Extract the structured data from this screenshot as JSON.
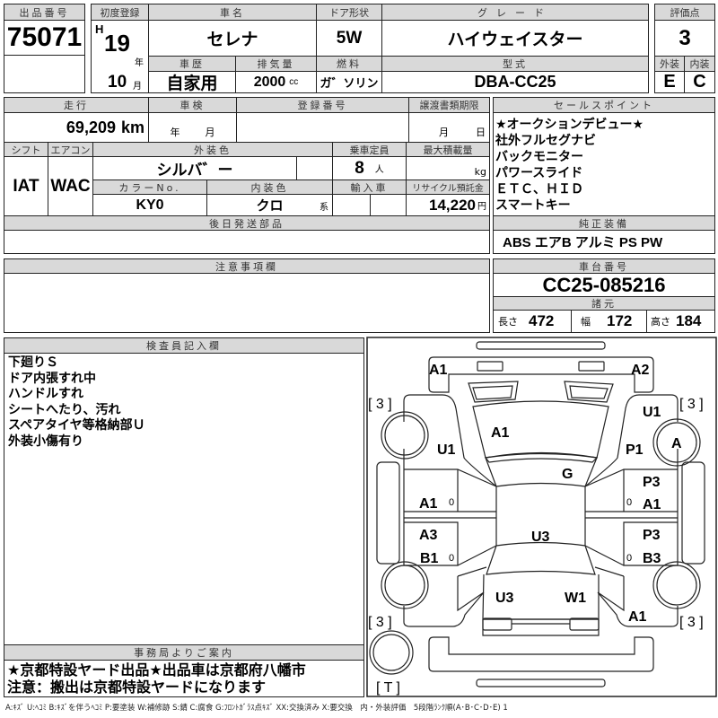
{
  "lot": {
    "label": "出品番号",
    "value": "75071"
  },
  "first_reg": {
    "label": "初度登録",
    "era": "H",
    "year": "19",
    "year_unit": "年",
    "month": "10",
    "month_unit": "月"
  },
  "car_name": {
    "label": "車名",
    "value": "セレナ"
  },
  "door": {
    "label": "ドア形状",
    "value": "5W"
  },
  "grade": {
    "label": "グレード",
    "value": "ハイウェイスター"
  },
  "history": {
    "label": "車歴",
    "value": "自家用"
  },
  "displacement": {
    "label": "排気量",
    "value": "2000",
    "unit": "cc"
  },
  "fuel": {
    "label": "燃料",
    "value": "ガ゛ソリン"
  },
  "model": {
    "label": "型式",
    "value": "DBA-CC25"
  },
  "score": {
    "label": "評価点",
    "value": "3",
    "ext_label": "外装",
    "int_label": "内装",
    "ext": "E",
    "int": "C"
  },
  "mileage": {
    "label": "走行",
    "value": "69,209",
    "unit": "km"
  },
  "inspection": {
    "label": "車検",
    "year_unit": "年",
    "month_unit": "月"
  },
  "reg_no": {
    "label": "登録番号"
  },
  "transfer": {
    "label": "譲渡書類期限",
    "month_unit": "月",
    "day_unit": "日"
  },
  "shift": {
    "label": "シフト",
    "value": "IAT"
  },
  "ac": {
    "label": "エアコン",
    "value": "WAC"
  },
  "ext_color": {
    "label": "外装色",
    "value": "シルバ゛ー"
  },
  "capacity": {
    "label": "乗車定員",
    "value": "8",
    "unit": "人"
  },
  "max_load": {
    "label": "最大積載量",
    "unit": "kg"
  },
  "color_no": {
    "label": "カラーNo.",
    "value": "KY0"
  },
  "int_color": {
    "label": "内装色",
    "value": "クロ",
    "unit": "系"
  },
  "import": {
    "label": "輸入車"
  },
  "recycle": {
    "label": "リサイクル預託金",
    "value": "14,220",
    "unit": "円"
  },
  "later_parts": {
    "label": "後日発送部品"
  },
  "sales_points": {
    "label": "セールスポイント",
    "items": [
      "★オークションデビュー★",
      "社外フルセグナビ",
      "バックモニター",
      "パワースライド",
      "ＥＴＣ、ＨＩＤ",
      "スマートキー"
    ]
  },
  "equipment": {
    "label": "純正装備",
    "value": "ABS エアB アルミ PS PW"
  },
  "notes": {
    "label": "注意事項欄"
  },
  "chassis": {
    "label": "車台番号",
    "value": "CC25-085216"
  },
  "specs": {
    "label": "諸元",
    "length_label": "長さ",
    "length": "472",
    "width_label": "幅",
    "width": "172",
    "height_label": "高さ",
    "height": "184"
  },
  "inspector": {
    "label": "検査員記入欄",
    "lines": [
      "下廻りＳ",
      "ドア内張すれ中",
      "ハンドルすれ",
      "シートへたり、汚れ",
      "スペアタイヤ等格納部Ｕ",
      "外装小傷有り"
    ]
  },
  "office": {
    "label": "事務局よりご案内",
    "lines": [
      "★京都特設ヤード出品★出品車は京都府八幡市",
      "注意：搬出は京都特設ヤードになります"
    ]
  },
  "diagram": {
    "marks": {
      "front_left": "A1",
      "front_right": "A2",
      "hood": "A1",
      "fender_fl": "U1",
      "fender_fr_top": "U1",
      "fender_fr": "P1",
      "wheel_fr": "A",
      "windshield": "G",
      "door_fl": "A1",
      "door_rl_top": "A3",
      "door_rl": "B1",
      "door_fr_top": "P3",
      "door_fr": "A1",
      "door_rr_top": "P3",
      "door_rr": "B3",
      "roof": "U3",
      "hatch_left": "U3",
      "hatch_right": "W1",
      "quarter_rr": "A1"
    },
    "tires": {
      "fl": "[ 3 ]",
      "fr": "[ 3 ]",
      "rl": "[ 3 ]",
      "rr": "[ 3 ]",
      "spare": "[ T ]"
    },
    "small": "0"
  },
  "legend": "A:ｷｽﾞ U:ﾍｺﾐ B:ｷｽﾞを伴うﾍｺﾐ P:要塗装 W:補修跡 S:錆 C:腐食 G:ﾌﾛﾝﾄｶﾞﾗｽ点ｷｽﾞ XX:交換済み X:要交換　内・外装評価　5段階ﾗﾝｸ順(A･B･C･D･E) 1"
}
